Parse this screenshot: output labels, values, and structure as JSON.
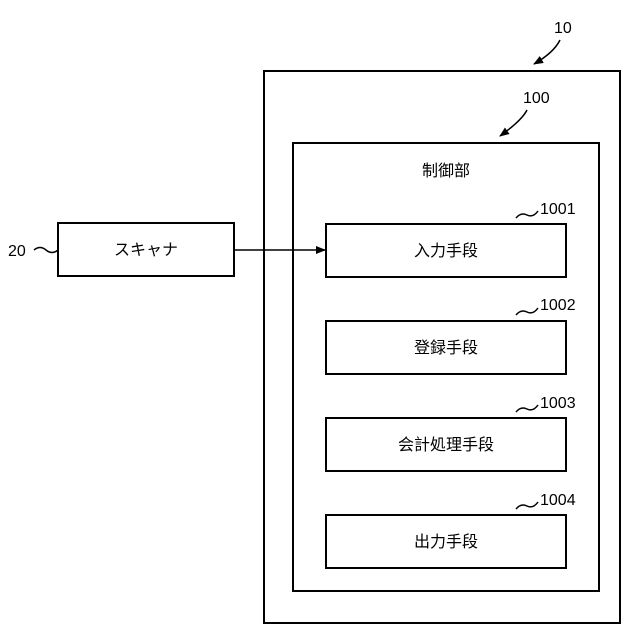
{
  "system": {
    "ref": "10"
  },
  "controller": {
    "ref": "100",
    "title": "制御部"
  },
  "scanner": {
    "ref": "20",
    "label": "スキャナ"
  },
  "modules": [
    {
      "ref": "1001",
      "label": "入力手段"
    },
    {
      "ref": "1002",
      "label": "登録手段"
    },
    {
      "ref": "1003",
      "label": "会計処理手段"
    },
    {
      "ref": "1004",
      "label": "出力手段"
    }
  ]
}
